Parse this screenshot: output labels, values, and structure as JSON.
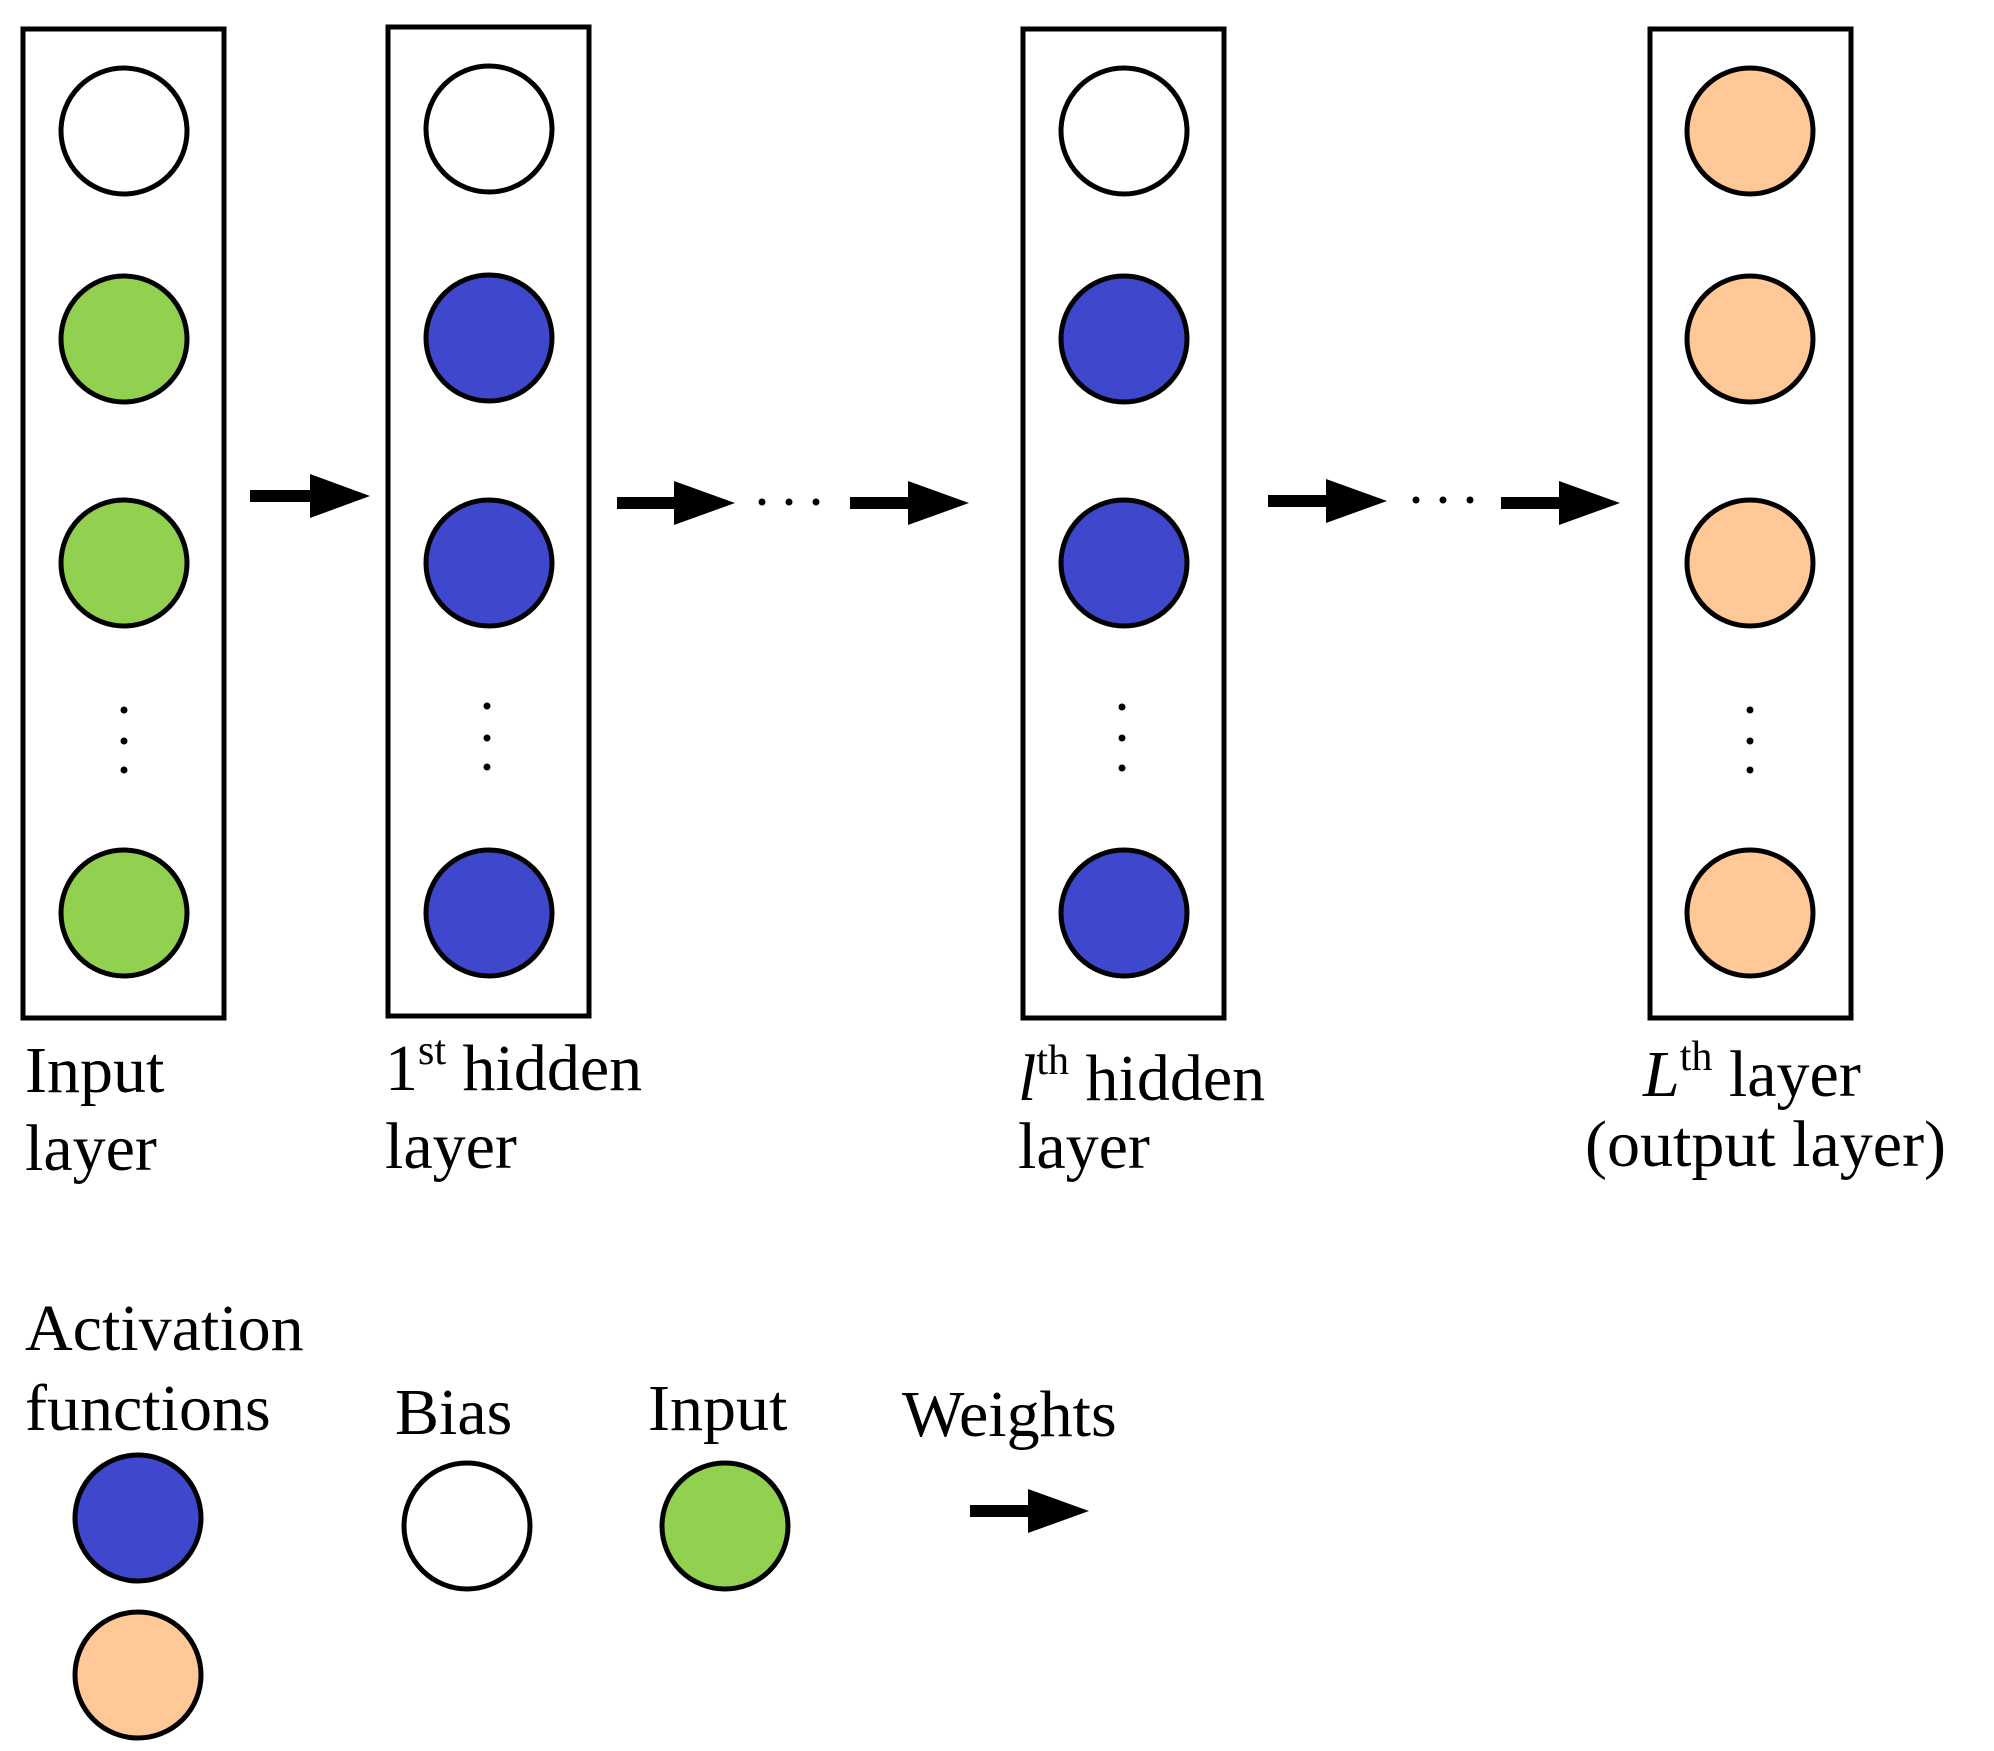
{
  "colors": {
    "bias": "#ffffff",
    "input": "#92d050",
    "hidden": "#3f48cc",
    "output": "#ffc896",
    "stroke": "#000000"
  },
  "layers": [
    {
      "id": "input",
      "label_line1": "Input",
      "label_line2": "layer",
      "node_kinds": [
        "bias",
        "input",
        "input",
        "ellipsis",
        "input"
      ]
    },
    {
      "id": "hidden1",
      "label_num": "1",
      "label_sup": "st",
      "label_rest": " hidden",
      "label_line2": "layer",
      "node_kinds": [
        "bias",
        "hidden",
        "hidden",
        "ellipsis",
        "hidden"
      ]
    },
    {
      "id": "hiddenl",
      "label_var": "l",
      "label_sup": "th",
      "label_rest": " hidden",
      "label_line2": "layer",
      "node_kinds": [
        "bias",
        "hidden",
        "hidden",
        "ellipsis",
        "hidden"
      ]
    },
    {
      "id": "output",
      "label_var": "L",
      "label_sup": "th",
      "label_rest": " layer",
      "label_line2": "(output layer)",
      "node_kinds": [
        "output",
        "output",
        "output",
        "ellipsis",
        "output"
      ]
    }
  ],
  "legend": {
    "activation": "Activation",
    "functions": "functions",
    "bias": "Bias",
    "input": "Input",
    "weights": "Weights"
  }
}
